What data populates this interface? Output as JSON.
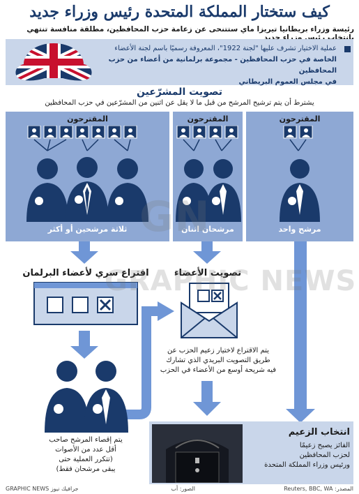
{
  "header": {
    "title": "كيف ستختار المملكة المتحدة رئيس وزراء جديد",
    "subtitle": "رئيسة وزراء بريطانيا تيريزا ماي ستتنحى عن زعامة حزب المحافظين، مطلقة منافسة تنتهي بانتخاب رئيس وزراء جديد"
  },
  "info": {
    "line1": "عملية الاختيار تشرف عليها \"لجنة 1922\"، المعروفة رسميًا باسم لجنة الأعضاء",
    "line2": "الخاصة في حزب المحافظين - مجموعة برلمانية من أعضاء من حزب المحافظين",
    "line3": "في مجلس العموم البريطاني"
  },
  "mp_vote": {
    "title": "تصويت المشرّعين",
    "subtitle": "يشترط أن يتم ترشيح المرشح من قبل ما لا يقل عن اثنين من المشرّعين في حزب المحافظين"
  },
  "columns": [
    {
      "label": "المقترحون",
      "footer": "ثلاثة مرشحين أو أكثر"
    },
    {
      "label": "المقترحون",
      "footer": "مرشحان اثنان"
    },
    {
      "label": "المقترحون",
      "footer": "مرشح واحد"
    }
  ],
  "secret_ballot": {
    "title": "اقتراع سري لأعضاء البرلمان",
    "text": [
      "يتم إقصاء المرشح صاحب",
      "أقل عدد من الأصوات",
      "(تتكرر العملية حتى",
      "يبقى مرشحان فقط)"
    ]
  },
  "member_vote": {
    "title": "تصويت الأعضاء",
    "text": [
      "يتم الاقتراع لاختيار زعيم الحزب عن",
      "طريق التصويت البريدي الذي تشارك",
      "فيه شريحة أوسع من الأعضاء في الحزب"
    ]
  },
  "leader": {
    "title": "انتخاب الزعيم",
    "text": [
      "الفائز يصبح زعيمًا",
      "لحزب المحافظين",
      "ورئيس وزراء المملكة المتحدة"
    ]
  },
  "footer": {
    "source": "المصدر: Reuters, BBC, WA",
    "photos": "الصور: أب",
    "credit": "GRAPHIC NEWS جرافيك نيوز"
  },
  "watermark": "GRAPHIC NEWS",
  "watermark_logo": "GN",
  "colors": {
    "navy": "#1a3a6b",
    "panel": "#8ea8d4",
    "light": "#c9d6ea",
    "arrow": "#6f96d6",
    "red": "#c8102e"
  }
}
